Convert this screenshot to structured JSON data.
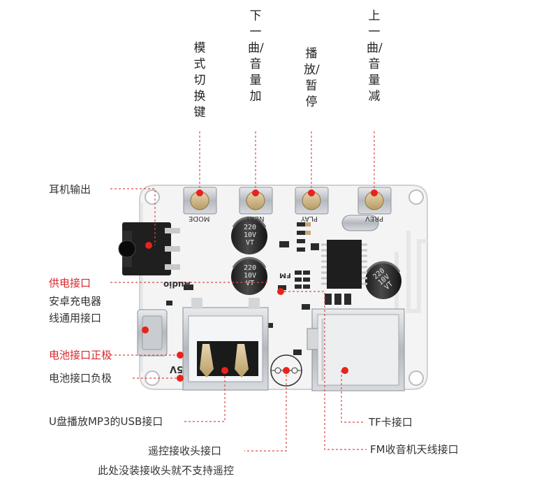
{
  "top_labels": {
    "mode": "模式切换键",
    "next": "下一曲/音量加",
    "play": "播放/暂停",
    "prev": "上一曲/音量减"
  },
  "left_labels": {
    "earphone": "耳机输出",
    "power": "供电接口",
    "charger_line1": "安卓充电器",
    "charger_line2": "线通用接口",
    "battery_pos": "电池接口正极",
    "battery_neg": "电池接口负极"
  },
  "bottom_labels": {
    "usb": "U盘播放MP3的USB接口",
    "tf": "TF卡接口",
    "ir": "遥控接收头接口",
    "ir_note": "此处没装接收头就不支持遥控",
    "fm": "FM收音机天线接口"
  },
  "silkscreen": {
    "mode": "MODE",
    "next": "NEXT",
    "play": "PLAY",
    "prev": "PREV",
    "audio": "Audio",
    "fm": "FM",
    "five_v": "5V",
    "cap_value": "220",
    "cap_voltage": "10V",
    "cap_type": "VT"
  },
  "colors": {
    "board": "#f4f5f4",
    "marker": "#e8231c",
    "leader": "#d94a4a",
    "highlight_text": "#d9262c"
  }
}
